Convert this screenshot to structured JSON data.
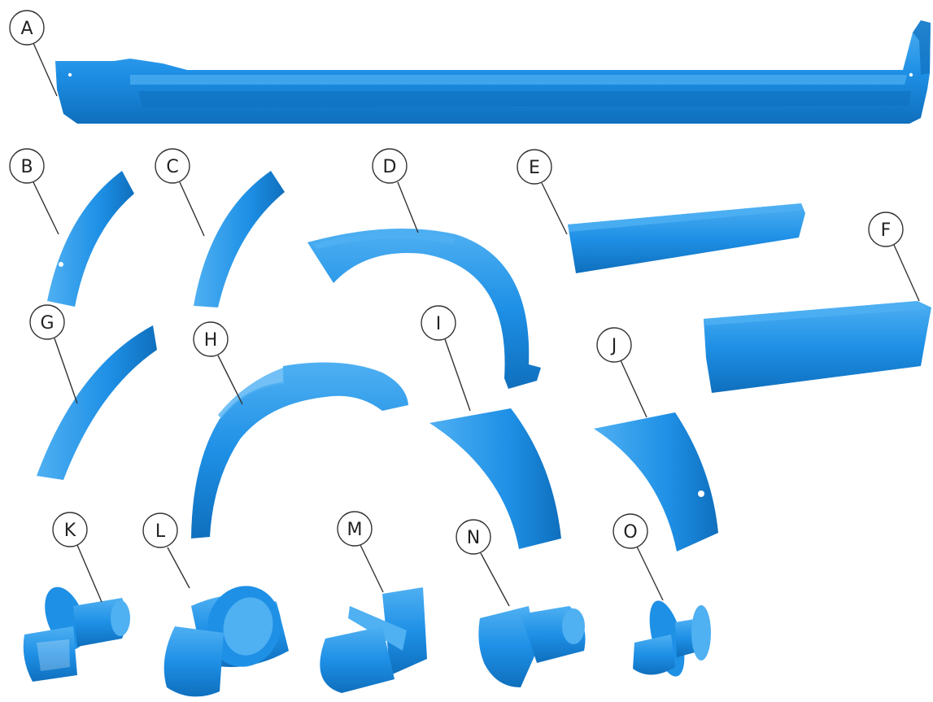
{
  "colors": {
    "part_fill": "#1e90e6",
    "part_shade": "#0f6fbd",
    "part_light": "#4fb0f2",
    "line": "#333333",
    "background": "#ffffff"
  },
  "diagram": {
    "labels": [
      "A",
      "B",
      "C",
      "D",
      "E",
      "F",
      "G",
      "H",
      "I",
      "J",
      "K",
      "L",
      "M",
      "N",
      "O"
    ],
    "parts": [
      {
        "label": "A",
        "name": "side-sill-panel-part"
      },
      {
        "label": "B",
        "name": "arch-trim-piece-b-part"
      },
      {
        "label": "C",
        "name": "arch-trim-piece-c-part"
      },
      {
        "label": "D",
        "name": "wheel-arch-moulding-d-part"
      },
      {
        "label": "E",
        "name": "door-moulding-e-part"
      },
      {
        "label": "F",
        "name": "door-moulding-f-part"
      },
      {
        "label": "G",
        "name": "arch-trim-piece-g-part"
      },
      {
        "label": "H",
        "name": "wheel-arch-moulding-h-part"
      },
      {
        "label": "I",
        "name": "arch-extension-i-part"
      },
      {
        "label": "J",
        "name": "arch-extension-j-part"
      },
      {
        "label": "K",
        "name": "clip-k-part"
      },
      {
        "label": "L",
        "name": "push-pin-clip-l-part"
      },
      {
        "label": "M",
        "name": "trim-clip-m-part"
      },
      {
        "label": "N",
        "name": "retainer-n-part"
      },
      {
        "label": "O",
        "name": "rivet-clip-o-part"
      }
    ]
  }
}
